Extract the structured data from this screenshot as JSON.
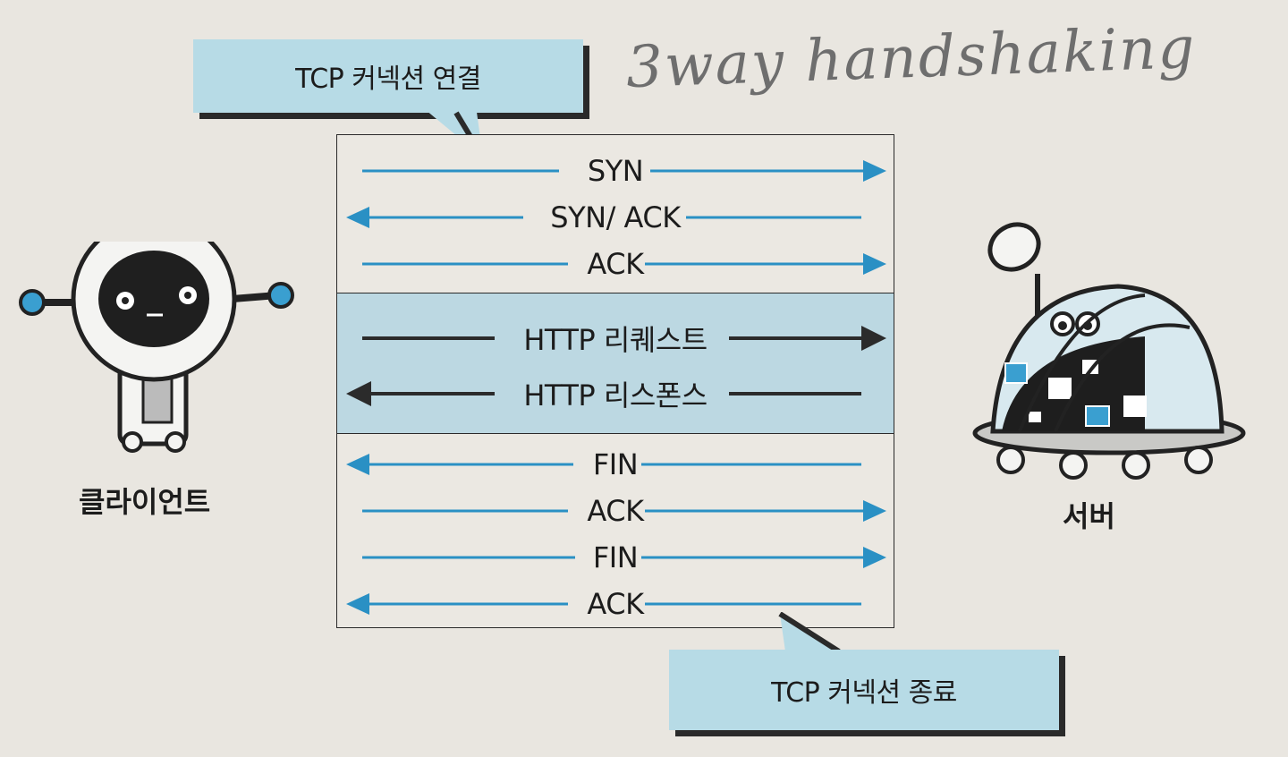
{
  "annotation": {
    "handwritten_note": "3way handshaking"
  },
  "callouts": {
    "top": "TCP 커넥션 연결",
    "bottom": "TCP 커넥션 종료"
  },
  "actors": {
    "client": "클라이언트",
    "server": "서버"
  },
  "sections": {
    "handshake": [
      {
        "label": "SYN",
        "direction": "right"
      },
      {
        "label": "SYN/ ACK",
        "direction": "left"
      },
      {
        "label": "ACK",
        "direction": "right"
      }
    ],
    "http": [
      {
        "label": "HTTP 리퀘스트",
        "direction": "right"
      },
      {
        "label": "HTTP 리스폰스",
        "direction": "left"
      }
    ],
    "termination": [
      {
        "label": "FIN",
        "direction": "left"
      },
      {
        "label": "ACK",
        "direction": "right"
      },
      {
        "label": "FIN",
        "direction": "right"
      },
      {
        "label": "ACK",
        "direction": "left"
      }
    ]
  },
  "colors": {
    "tcp_arrow": "#2a90c4",
    "http_arrow": "#2b2b2b",
    "callout_fill": "#b7dbe6",
    "http_band": "#bcd8e2"
  }
}
